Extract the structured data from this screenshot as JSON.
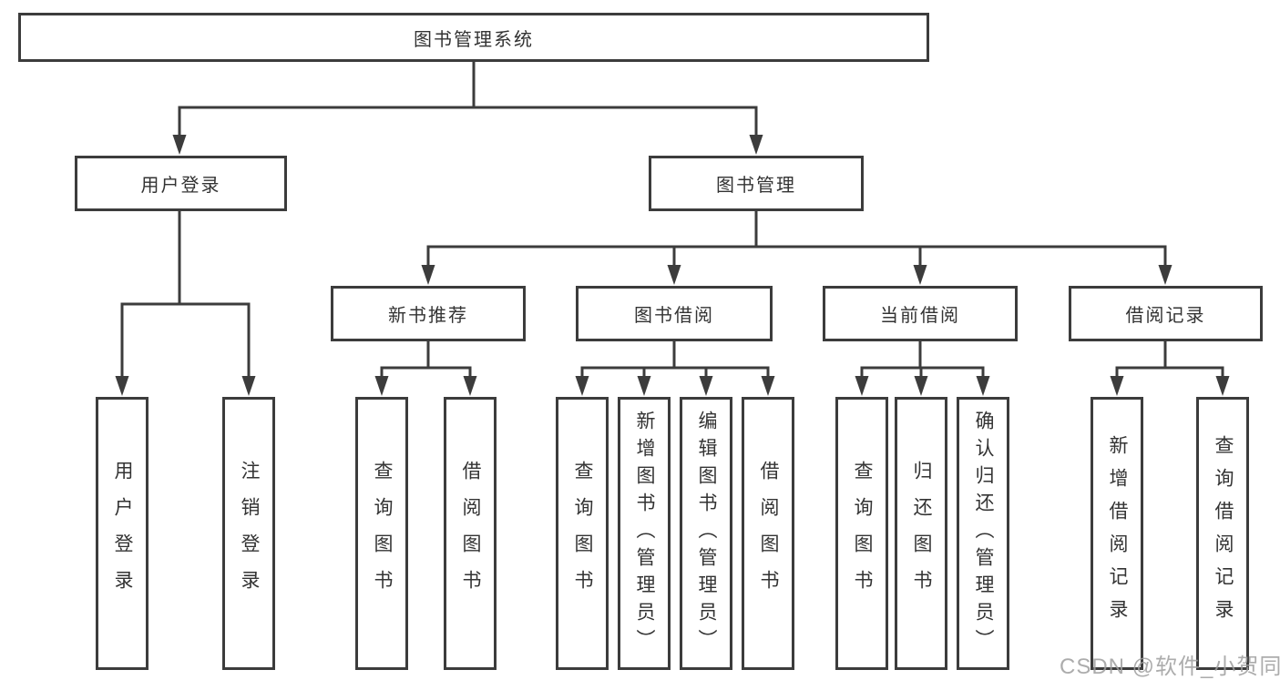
{
  "colors": {
    "line": "#3c3c3c",
    "box_border": "#3c3c3c",
    "text": "#333333",
    "background": "#ffffff",
    "watermark": "#9e9e9e"
  },
  "watermark": {
    "text": "CSDN @软件_小贺同学"
  },
  "tree": {
    "root": {
      "label": "图书管理系统"
    },
    "children": [
      {
        "label": "用户登录",
        "children": [
          {
            "label": "用户登录"
          },
          {
            "label": "注销登录"
          }
        ]
      },
      {
        "label": "图书管理",
        "children": [
          {
            "label": "新书推荐",
            "children": [
              {
                "label": "查询图书"
              },
              {
                "label": "借阅图书"
              }
            ]
          },
          {
            "label": "图书借阅",
            "children": [
              {
                "label": "查询图书"
              },
              {
                "label": "新增图书（管理员）"
              },
              {
                "label": "编辑图书（管理员）"
              },
              {
                "label": "借阅图书"
              }
            ]
          },
          {
            "label": "当前借阅",
            "children": [
              {
                "label": "查询图书"
              },
              {
                "label": "归还图书"
              },
              {
                "label": "确认归还（管理员）"
              }
            ]
          },
          {
            "label": "借阅记录",
            "children": [
              {
                "label": "新增借阅记录"
              },
              {
                "label": "查询借阅记录"
              }
            ]
          }
        ]
      }
    ]
  }
}
